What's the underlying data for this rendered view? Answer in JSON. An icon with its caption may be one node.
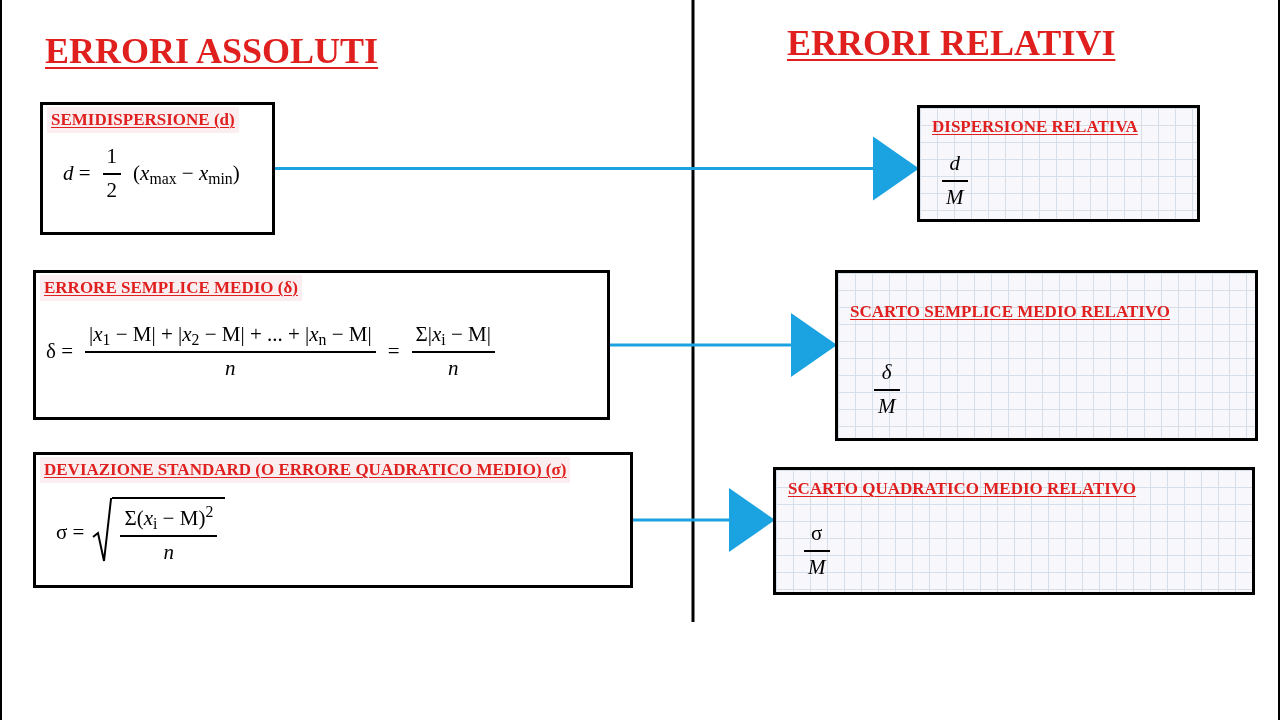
{
  "diagram": {
    "nodes": [
      {
        "text": [
          "SEMIDISPERSIONE (d)",
          "*d* =",
          "1",
          "2",
          "(*x*$_{max}$ − *x*$_{min}$)"
        ]
      },
      {
        "text": [
          "ERRORE SEMPLICE MEDIO (δ)",
          "δ =",
          "|*x*$_{1}$ − M| + |*x*$_{2}$ − M| + ... + |*x*$_{n}$ − M|",
          "*n*",
          "=",
          "Σ|*x*$_{i}$ − M|",
          "*n*"
        ]
      },
      {
        "text": [
          "DEVIAZIONE STANDARD (O ERRORE QUADRATICO MEDIO) (σ)",
          "σ =",
          "Σ(*x*$_{i}$ − M)$^{2}$",
          "*n*"
        ]
      },
      {
        "text": [
          "DISPERSIONE RELATIVA",
          "*d*",
          "*M*"
        ]
      },
      {
        "text": [
          "SCARTO SEMPLICE MEDIO RELATIVO",
          "*δ*",
          "*M*"
        ]
      },
      {
        "text": [
          "SCARTO QUADRATICO MEDIO RELATIVO",
          "σ",
          "*M*"
        ]
      }
    ],
    "edges": [
      {
        "from": 0,
        "to": 3,
        "arrow": "to"
      },
      {
        "from": 1,
        "to": 4,
        "arrow": "to"
      },
      {
        "from": 2,
        "to": 5,
        "arrow": "to"
      }
    ],
    "labels": [
      "ERRORI ASSOLUTI",
      "ERRORI RELATIVI"
    ]
  }
}
